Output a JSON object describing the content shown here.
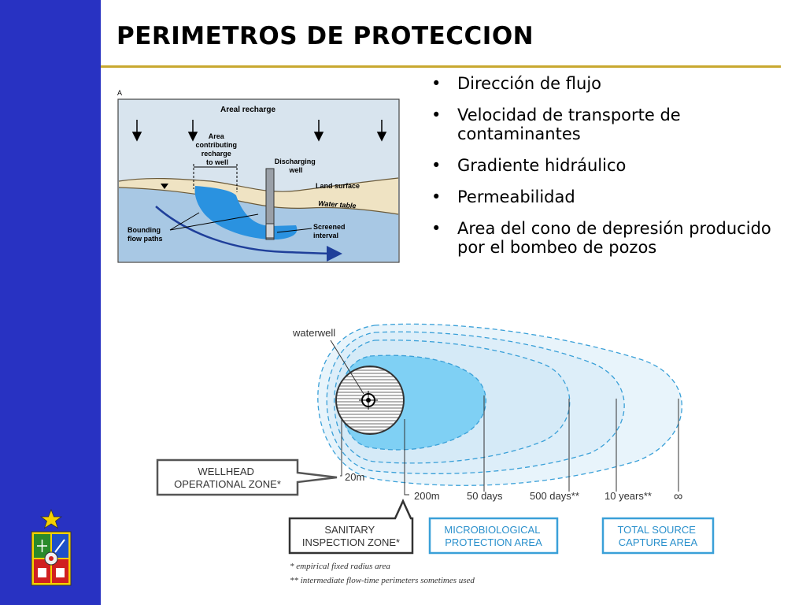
{
  "slide": {
    "title": "PERIMETROS DE PROTECCION",
    "colors": {
      "sidebar": "#2832c2",
      "title_rule": "#c8a830"
    },
    "bullets": [
      {
        "text": "Dirección de flujo"
      },
      {
        "text": "Velocidad de transporte de contaminantes"
      },
      {
        "text": "Gradiente hidráulico"
      },
      {
        "text": "Permeabilidad"
      },
      {
        "text": "Area del cono de depresión producido por el bombeo de pozos"
      }
    ],
    "bullet_marker": "•"
  },
  "cross_section": {
    "areal_recharge": "Areal recharge",
    "area_contributing": [
      "Area",
      "contributing",
      "recharge",
      "to well"
    ],
    "discharging_well": [
      "Discharging",
      "well"
    ],
    "land_surface": "Land surface",
    "water_table": "Water table",
    "bounding_flow_paths": [
      "Bounding",
      "flow paths"
    ],
    "screened_interval": [
      "Screened",
      "interval"
    ],
    "corner_mark": "A"
  },
  "protection_zones": {
    "waterwell": "waterwell",
    "wellhead_zone": [
      "WELLHEAD",
      "OPERATIONAL ZONE*"
    ],
    "d20m": "20m",
    "d200m": "200m",
    "d50days": "50 days",
    "d500days": "500 days**",
    "d10years": "10 years**",
    "infinity": "∞",
    "sanitary_zone": [
      "SANITARY",
      "INSPECTION ZONE*"
    ],
    "micro_zone": [
      "MICROBIOLOGICAL",
      "PROTECTION AREA"
    ],
    "capture_zone": [
      "TOTAL  SOURCE",
      "CAPTURE AREA"
    ],
    "footnote1": "* empirical fixed radius area",
    "footnote2": "** intermediate flow-time perimeters sometimes used"
  }
}
